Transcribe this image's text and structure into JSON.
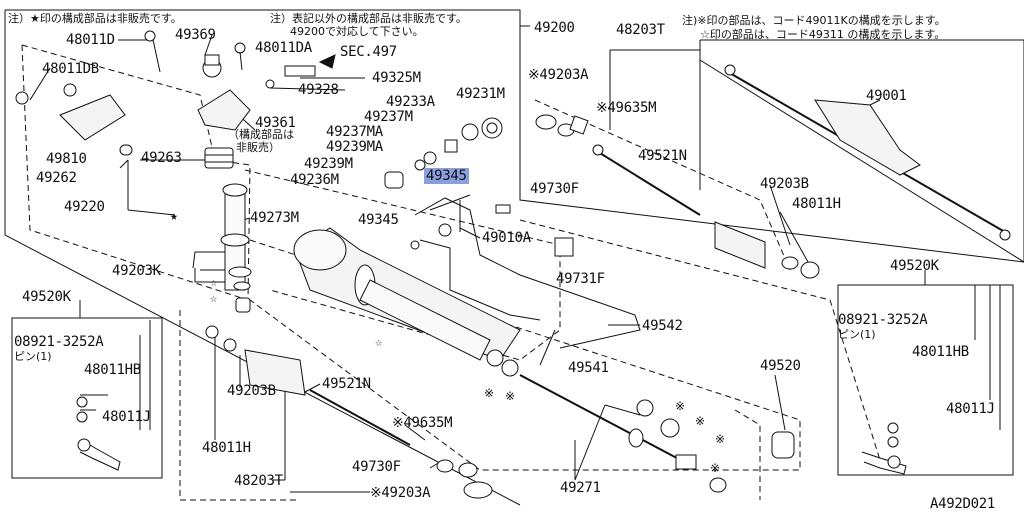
{
  "notes": {
    "top_left": "注）★印の構成部品は非販売です。",
    "top_mid_1": "注）表記以外の構成部品は非販売です。",
    "top_mid_2": "49200で対応して下さい。",
    "top_right_1": "注)※印の部品は、コード49011Kの構成を示します。",
    "top_right_2": "☆印の部品は、コード49311 の構成を示します。",
    "sub_part_1": "（構成部品は",
    "sub_part_2": "非販売）",
    "pin_1": "ピン(1)",
    "pin_2": "ピン(1)"
  },
  "parts": {
    "p48011D": "48011D",
    "p49369": "49369",
    "p48011DA": "48011DA",
    "sec497": "SEC.497",
    "p49200": "49200",
    "p48203T_top": "48203T",
    "p49001": "49001",
    "p48011DB": "48011DB",
    "p49325M": "49325M",
    "p49328": "49328",
    "p49233A": "49233A",
    "p49231M": "49231M",
    "p49203A_top": "※49203A",
    "p49635M_top": "※49635M",
    "p49237M": "49237M",
    "p49361": "49361",
    "p49237MA": "49237MA",
    "p49239MA": "49239MA",
    "p49810": "49810",
    "p49263": "49263",
    "p49239M": "49239M",
    "p49262": "49262",
    "p49236M": "49236M",
    "p49345_hl": "49345",
    "p49521N_top": "49521N",
    "p49730F_top": "49730F",
    "p49203B_top": "49203B",
    "p49220": "49220",
    "p49273M": "49273M",
    "p48011H_top": "48011H",
    "p49345": "49345",
    "p49010A": "49010A",
    "p49203K": "49203K",
    "p49731F": "49731F",
    "p49520K_right": "49520K",
    "p49520K_left": "49520K",
    "p49542": "49542",
    "p08921_right": "08921-3252A",
    "p08921_left": "08921-3252A",
    "p48011HB_right": "48011HB",
    "p48011HB_left": "48011HB",
    "p49541": "49541",
    "p49520": "49520",
    "p49521N_bot": "49521N",
    "p49203B_bot": "49203B",
    "p48011J_right": "48011J",
    "p48011J_left": "48011J",
    "p49635M_bot": "※49635M",
    "p48011H_bot": "48011H",
    "p49730F_bot": "49730F",
    "p48203T_bot": "48203T",
    "p49203A_bot": "※49203A",
    "p49271": "49271",
    "diagram_code": "A492D021"
  }
}
